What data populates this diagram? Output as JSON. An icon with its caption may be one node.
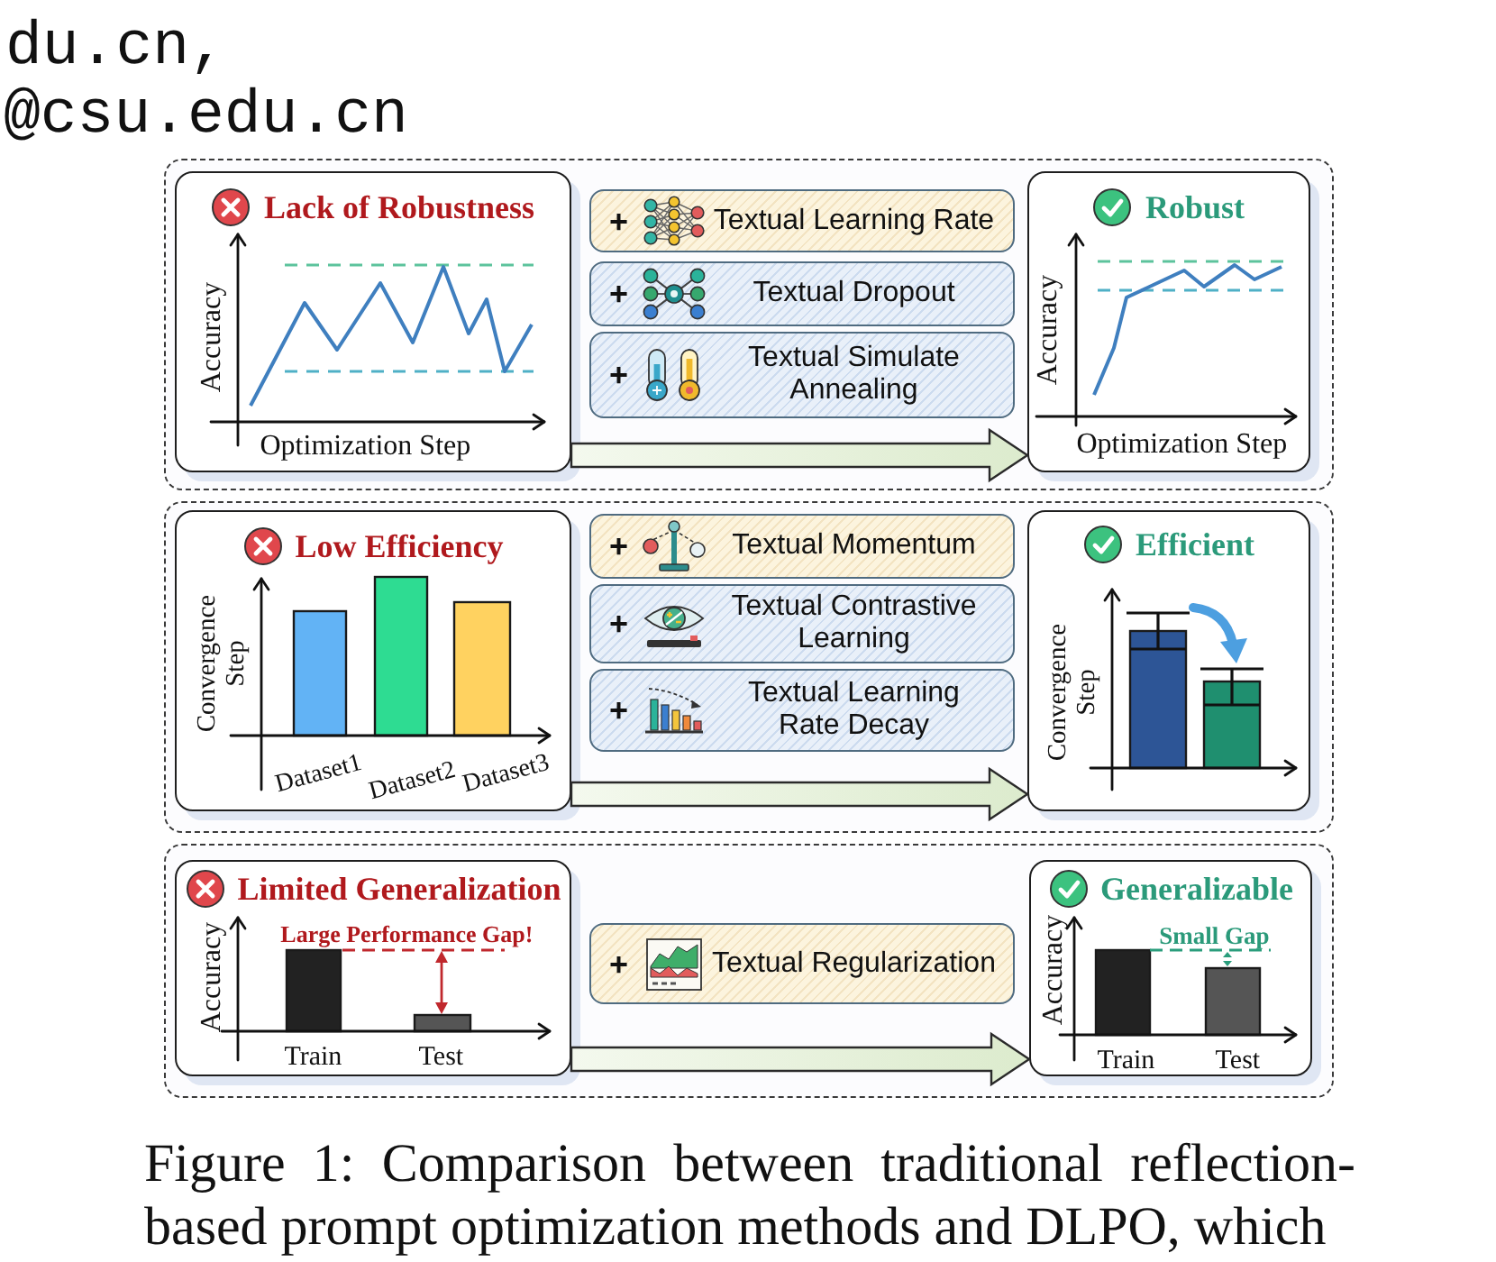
{
  "diagram": {
    "nodes": [
      {
        "text": [],
        "shape": "box"
      },
      {
        "text": [
          "Lack of Robustness",
          "Accuracy",
          "Optimization Step"
        ],
        "in": 0
      },
      {
        "text": [
          "+",
          "Textual Learning Rate"
        ],
        "in": 0
      },
      {
        "text": [
          "+",
          "Textual Dropout"
        ],
        "in": 0
      },
      {
        "text": [
          "+",
          "Textual Simulate Annealing"
        ],
        "in": 0
      },
      {
        "text": [
          "Robust",
          "Accuracy",
          "Optimization Step"
        ],
        "in": 0
      },
      {
        "text": [],
        "shape": "box"
      },
      {
        "text": [
          "Low Efficiency",
          "Convergence Step",
          "Dataset1",
          "Dataset2",
          "Dataset3"
        ],
        "in": 6
      },
      {
        "text": [
          "+",
          "Textual Momentum"
        ],
        "in": 6
      },
      {
        "text": [
          "+",
          "Textual Contrastive Learning"
        ],
        "in": 6
      },
      {
        "text": [
          "+",
          "Textual Learning Rate Decay"
        ],
        "in": 6
      },
      {
        "text": [
          "Efficient",
          "Convergence Step"
        ],
        "in": 6
      },
      {
        "text": [],
        "shape": "box"
      },
      {
        "text": [
          "Limited Generalization",
          "Large Performance Gap!",
          "Accuracy",
          "Train",
          "Test"
        ],
        "in": 12
      },
      {
        "text": [
          "+",
          "Textual Regularization"
        ],
        "in": 12
      },
      {
        "text": [
          "Generalizable",
          "Small Gap",
          "Accuracy",
          "Train",
          "Test"
        ],
        "in": 12
      }
    ],
    "edges": [
      {
        "from": 1,
        "to": 5,
        "arrow": "to",
        "style": "thick"
      },
      {
        "from": 7,
        "to": 11,
        "arrow": "to",
        "style": "thick"
      },
      {
        "from": 13,
        "to": 15,
        "arrow": "to",
        "style": "thick"
      }
    ],
    "labels": [
      "du.cn,",
      "@csu.edu.cn"
    ],
    "caption": "Figure 1: Comparison between traditional reflection-based prompt optimization methods and DLPO, which"
  }
}
